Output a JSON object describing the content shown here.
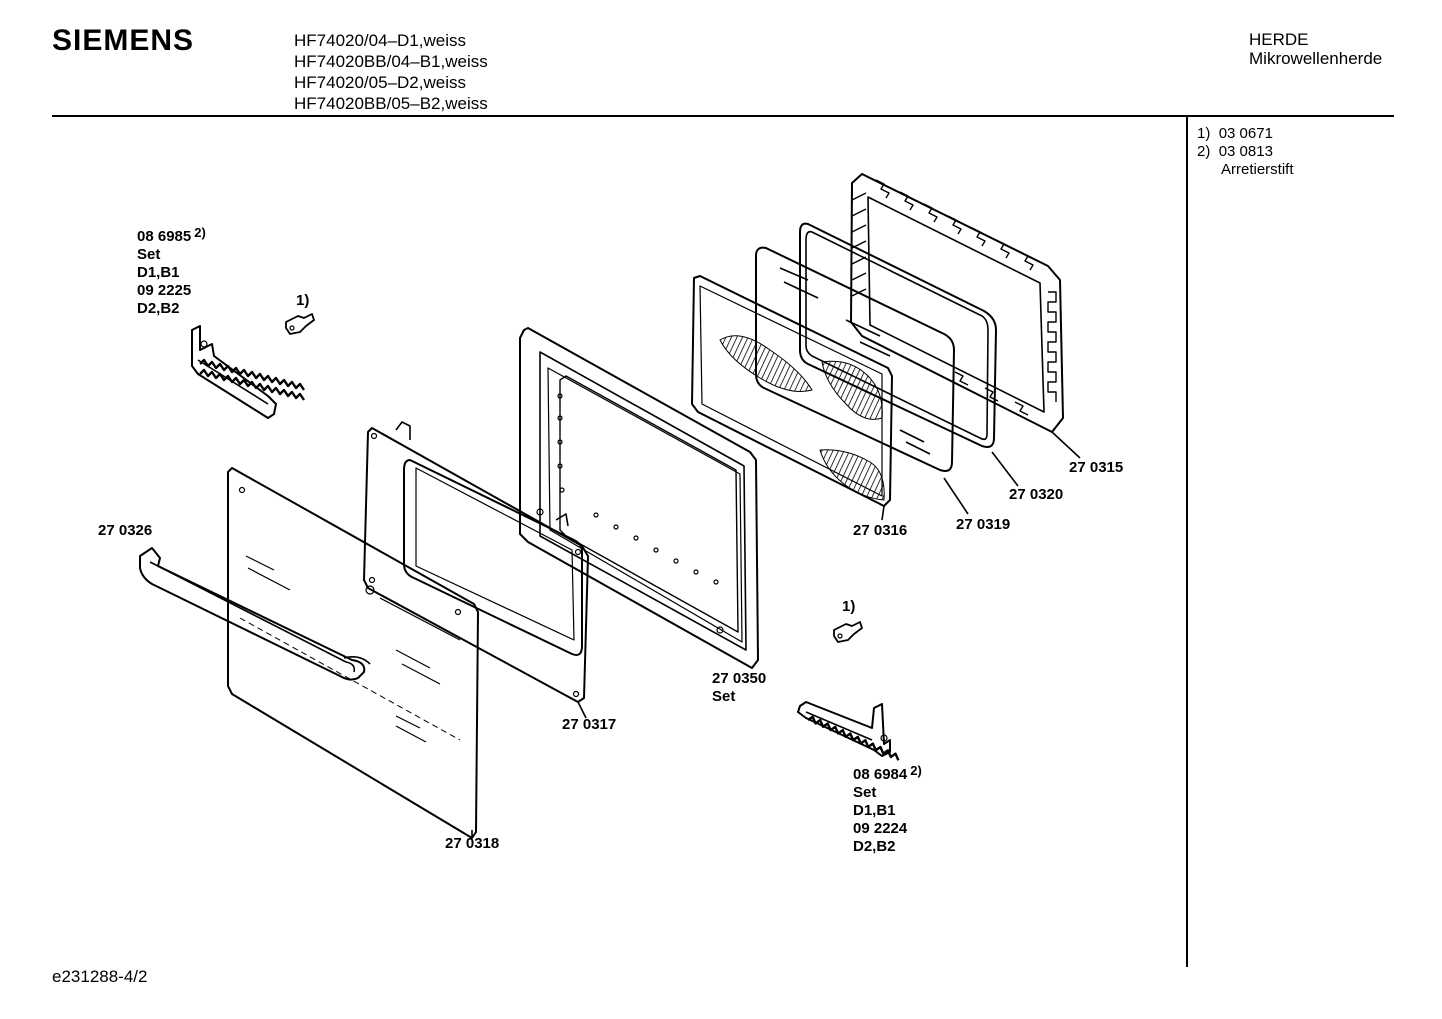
{
  "header": {
    "brand": "SIEMENS",
    "models": [
      "HF74020/04–D1,weiss",
      "HF74020BB/04–B1,weiss",
      "HF74020/05–D2,weiss",
      "HF74020BB/05–B2,weiss"
    ],
    "category": "HERDE",
    "subcategory": "Mikrowellenherde"
  },
  "notes": {
    "n1_key": "1)",
    "n1_value": "03 0671",
    "n2_key": "2)",
    "n2_value": "03 0813",
    "n2_desc": "Arretierstift"
  },
  "footer": {
    "doc_id": "e231288-4/2"
  },
  "parts": {
    "hinge_left": {
      "number": "08 6985",
      "ref": "2)",
      "lines": [
        "Set",
        "D1,B1",
        "09 2225",
        "D2,B2"
      ]
    },
    "pin_left": {
      "ref": "1)"
    },
    "pin_right": {
      "ref": "1)"
    },
    "hinge_right": {
      "number": "08 6984",
      "ref": "2)",
      "lines": [
        "Set",
        "D1,B1",
        "09 2224",
        "D2,B2"
      ]
    },
    "handle": {
      "number": "27 0326"
    },
    "outer_glass": {
      "number": "27 0318"
    },
    "inner_frame": {
      "number": "27 0317"
    },
    "door_frame": {
      "number": "27 0350",
      "suffix": "Set"
    },
    "mesh_plate": {
      "number": "27 0316"
    },
    "inner_glass": {
      "number": "27 0319"
    },
    "seal": {
      "number": "27 0320"
    },
    "choke_frame": {
      "number": "27 0315"
    }
  }
}
